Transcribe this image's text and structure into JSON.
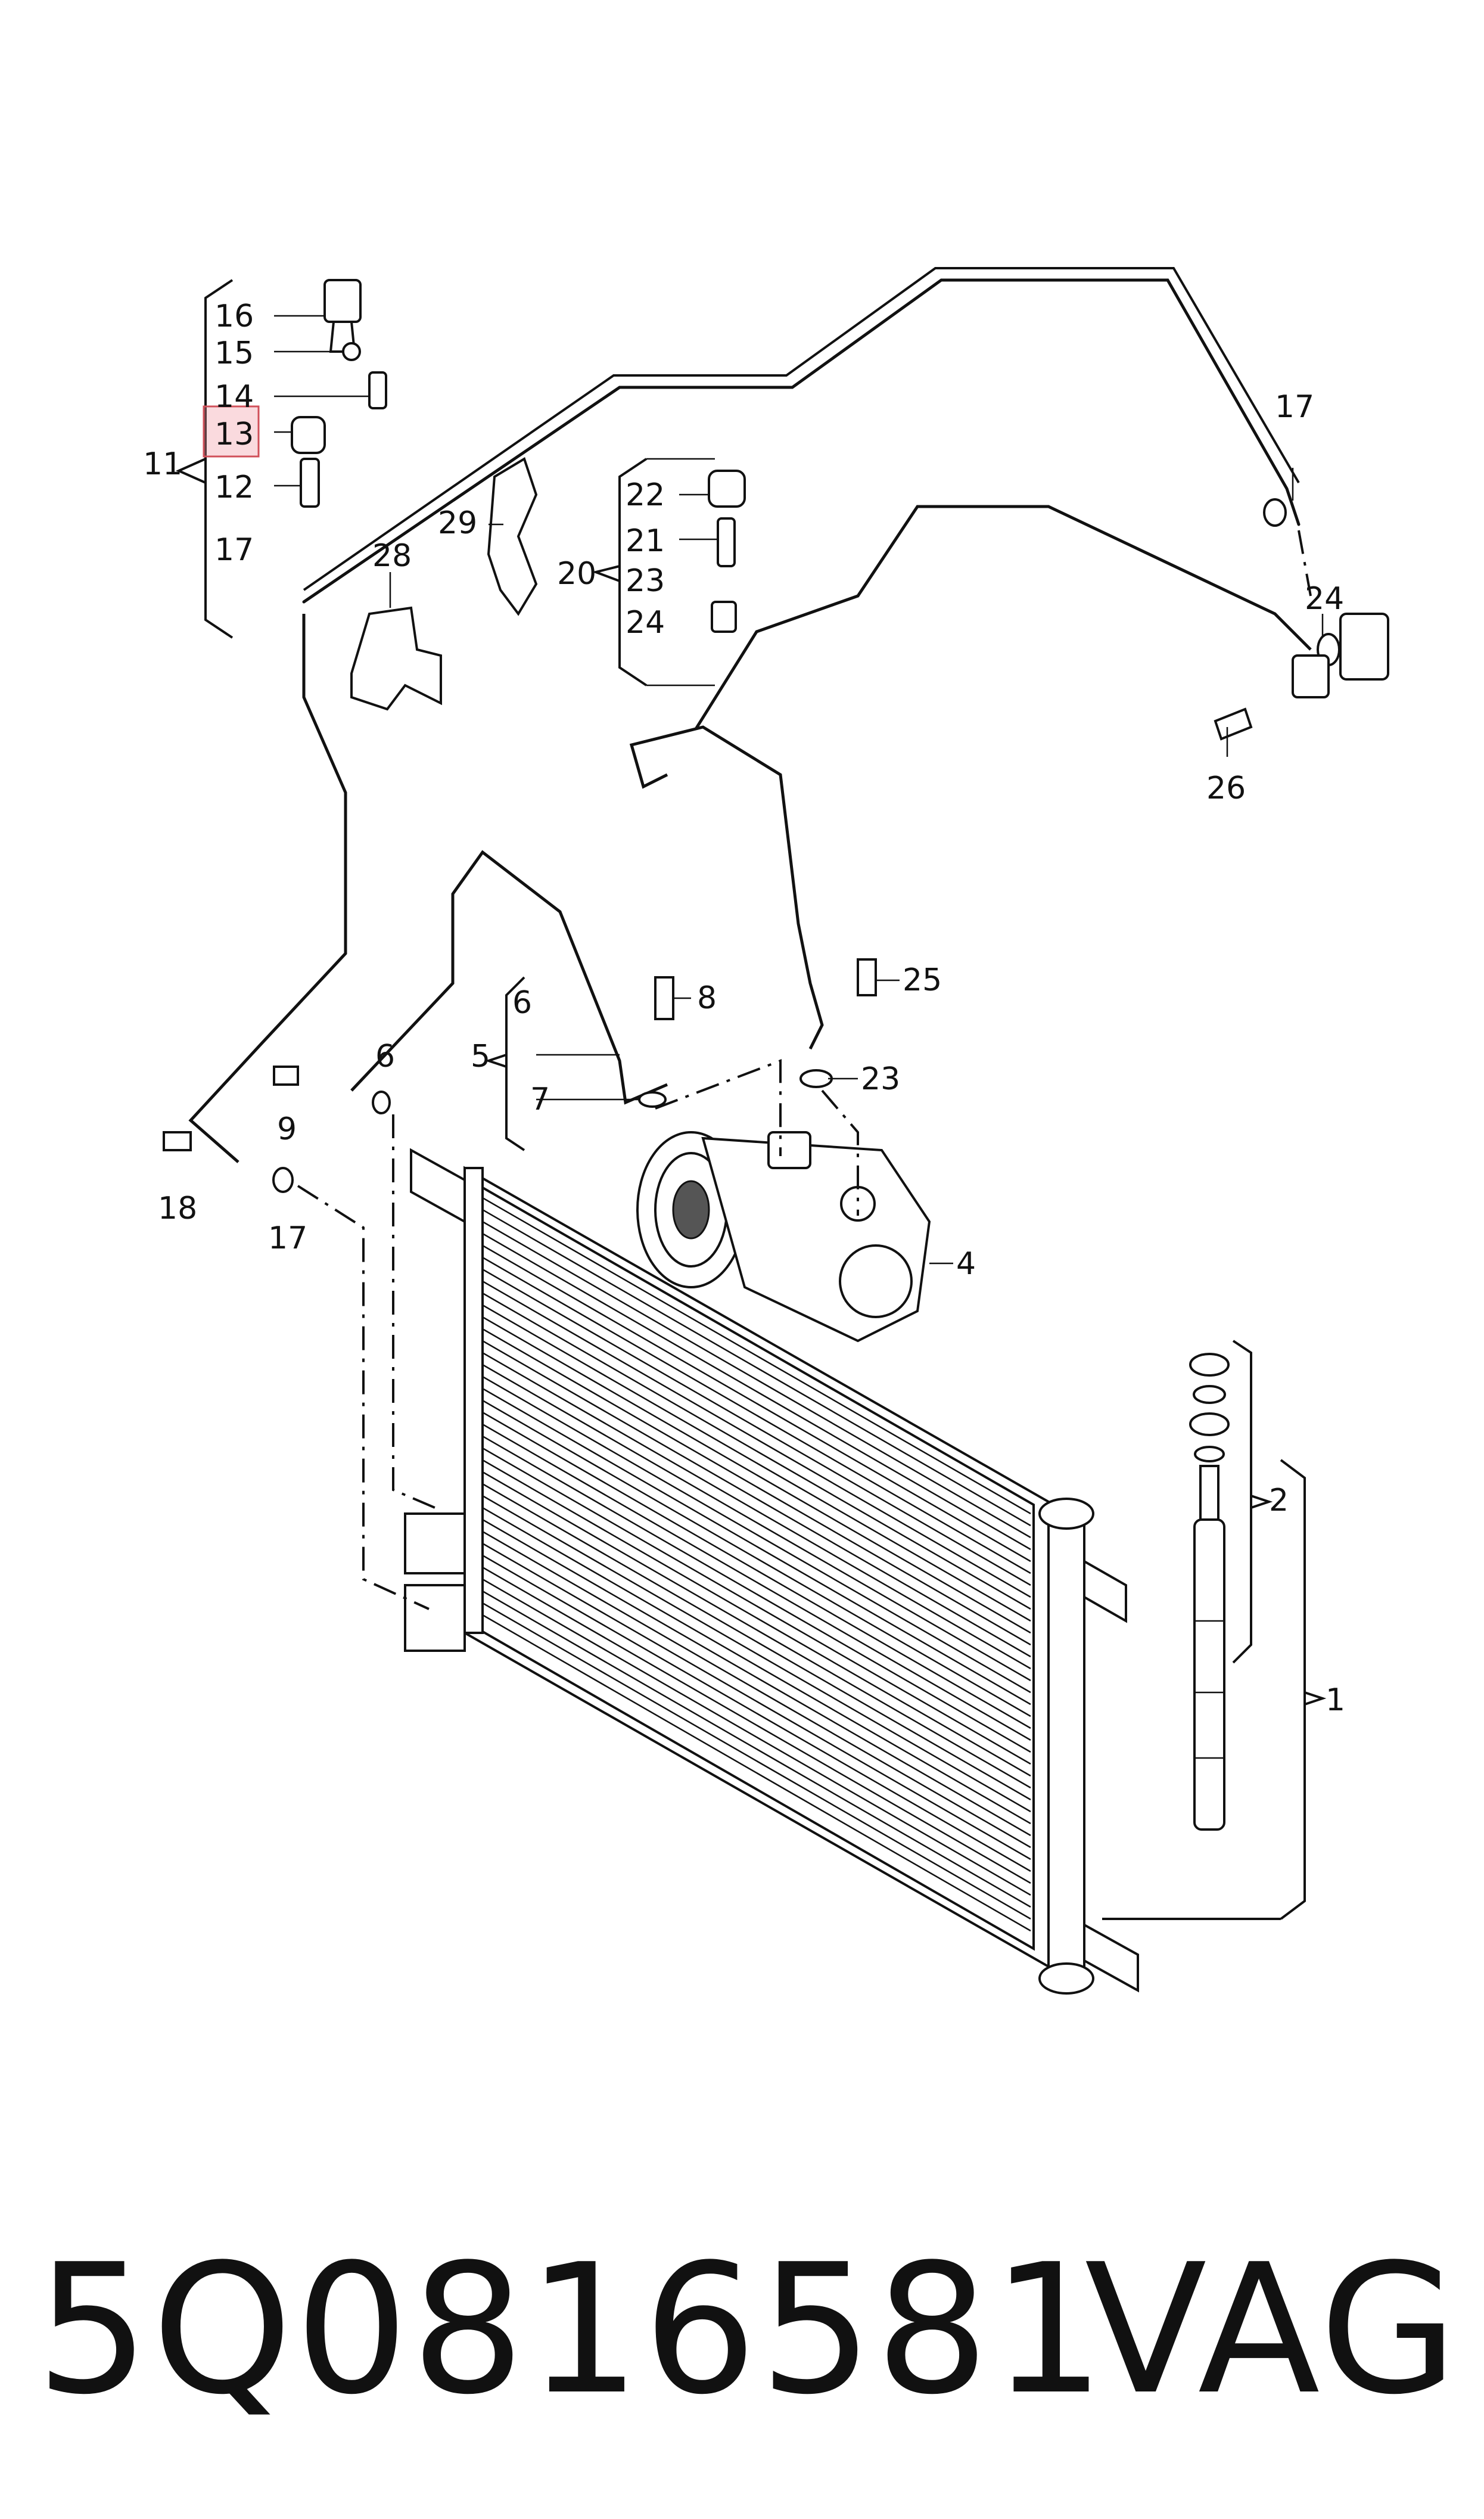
{
  "callouts": [
    "1",
    "2",
    "4",
    "5",
    "6",
    "6",
    "7",
    "8",
    "9",
    "11",
    "12",
    "13",
    "14",
    "15",
    "16",
    "17",
    "17",
    "17",
    "18",
    "20",
    "21",
    "22",
    "23",
    "23",
    "24",
    "24",
    "25",
    "26",
    "28",
    "29"
  ],
  "highlighted_callout": "13",
  "footer": {
    "part_number": "5Q0816581",
    "brand": "VAG"
  },
  "colors": {
    "highlight_fill": "#f5c0c6",
    "highlight_border": "#d0505a",
    "line": "#111111"
  }
}
